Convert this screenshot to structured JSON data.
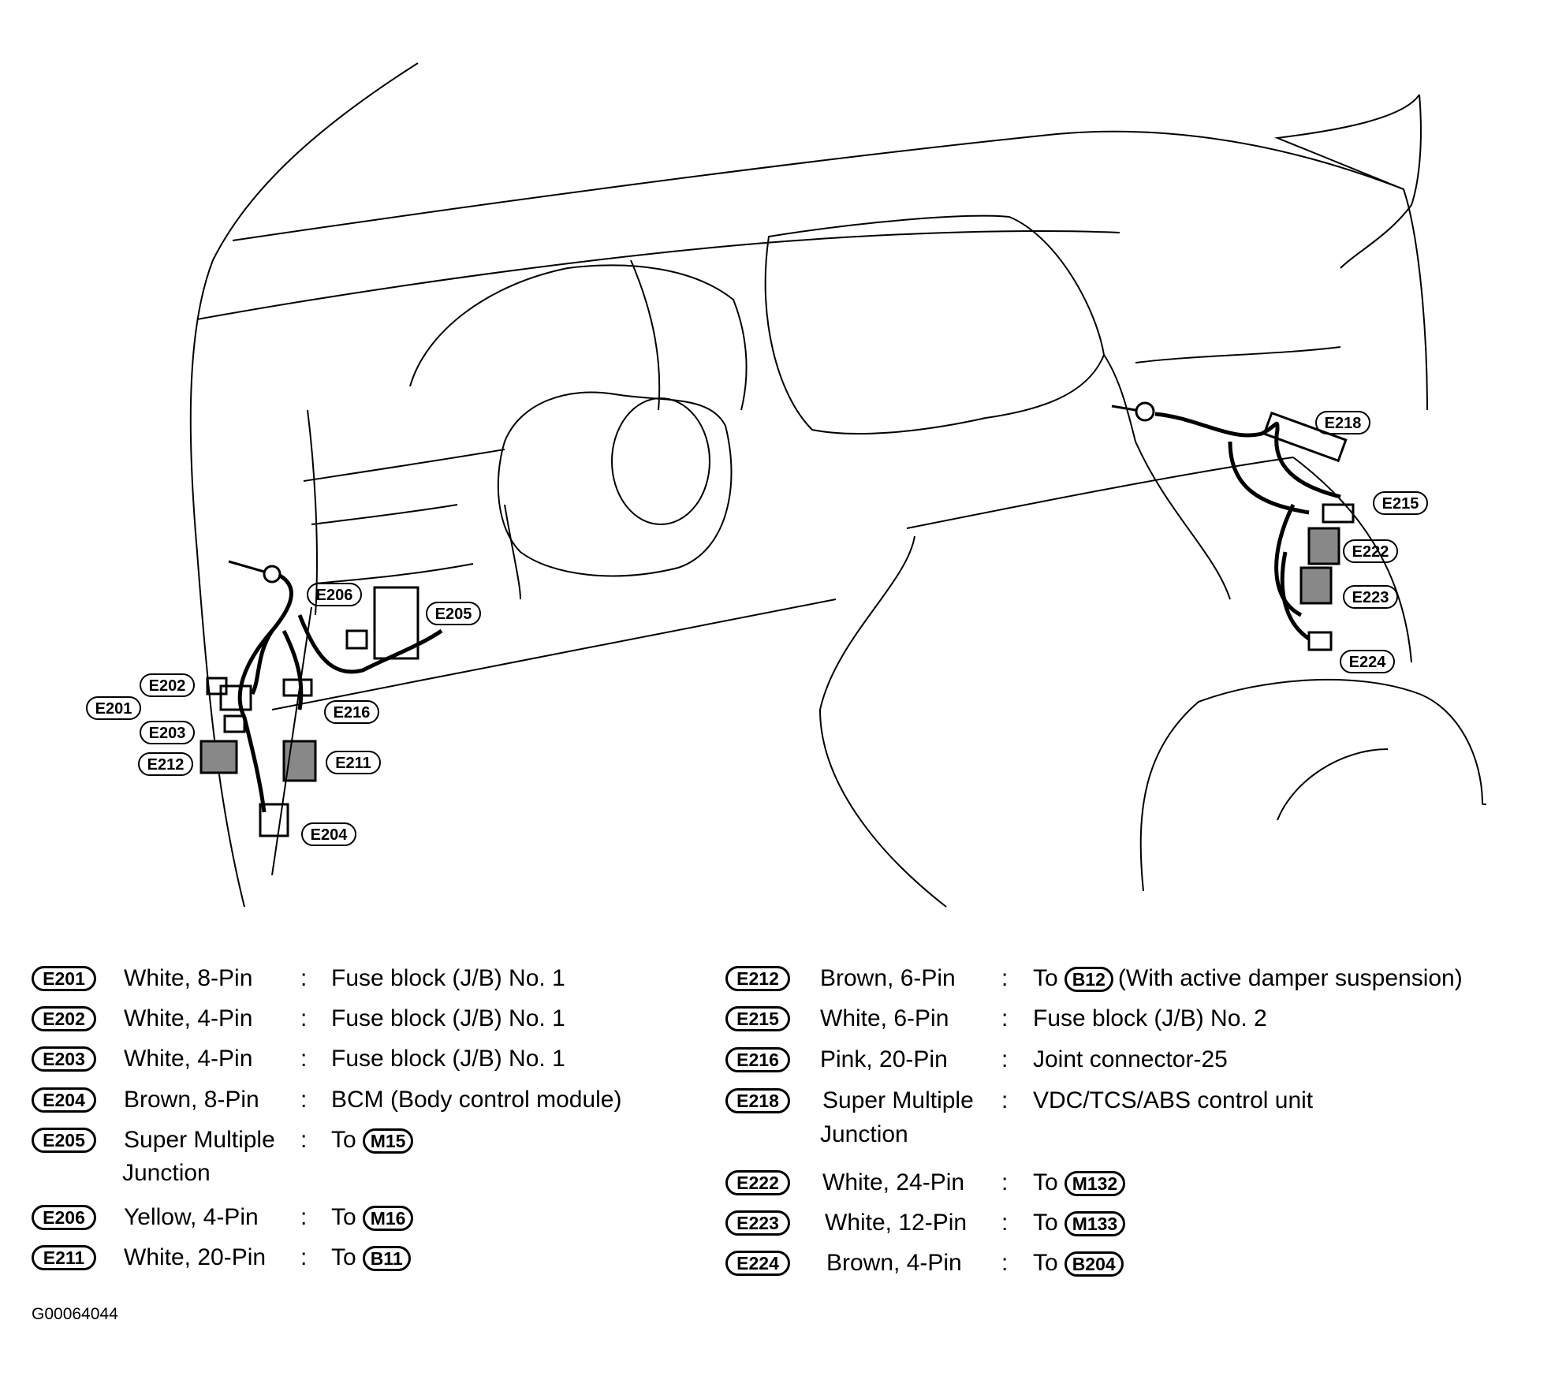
{
  "figure_id": "G00064044",
  "callouts": [
    "E201",
    "E202",
    "E203",
    "E204",
    "E205",
    "E206",
    "E211",
    "E212",
    "E215",
    "E216",
    "E218",
    "E222",
    "E223",
    "E224"
  ],
  "legend": {
    "left": [
      {
        "id": "E201",
        "desc": "White, 8-Pin",
        "target": "Fuse block (J/B) No. 1"
      },
      {
        "id": "E202",
        "desc": "White, 4-Pin",
        "target": "Fuse block (J/B) No. 1"
      },
      {
        "id": "E203",
        "desc": "White, 4-Pin",
        "target": "Fuse block (J/B) No. 1"
      },
      {
        "id": "E204",
        "desc": "Brown, 8-Pin",
        "target": "BCM (Body control module)"
      },
      {
        "id": "E205",
        "desc": "Super Multiple",
        "desc2": "Junction",
        "target_prefix": "To",
        "target_ref": "M15"
      },
      {
        "id": "E206",
        "desc": "Yellow, 4-Pin",
        "target_prefix": "To",
        "target_ref": "M16"
      },
      {
        "id": "E211",
        "desc": "White, 20-Pin",
        "target_prefix": "To",
        "target_ref": "B11"
      }
    ],
    "right": [
      {
        "id": "E212",
        "desc": "Brown, 6-Pin",
        "target_prefix": "To",
        "target_ref": "B12",
        "target_suffix": "(With active damper suspension)"
      },
      {
        "id": "E215",
        "desc": "White, 6-Pin",
        "target": "Fuse block (J/B) No. 2"
      },
      {
        "id": "E216",
        "desc": "Pink, 20-Pin",
        "target": "Joint connector-25"
      },
      {
        "id": "E218",
        "desc": "Super Multiple",
        "desc2": "Junction",
        "target": "VDC/TCS/ABS control unit"
      },
      {
        "id": "E222",
        "desc": "White, 24-Pin",
        "target_prefix": "To",
        "target_ref": "M132"
      },
      {
        "id": "E223",
        "desc": "White, 12-Pin",
        "target_prefix": "To",
        "target_ref": "M133"
      },
      {
        "id": "E224",
        "desc": "Brown, 4-Pin",
        "target_prefix": "To",
        "target_ref": "B204"
      }
    ]
  }
}
